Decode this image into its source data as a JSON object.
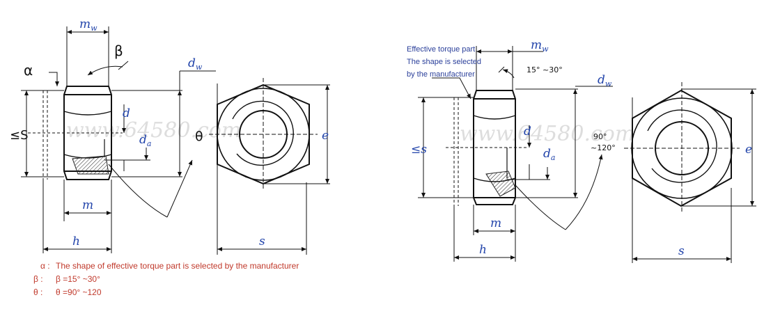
{
  "left_diagram": {
    "labels": {
      "mw": "m",
      "mw_sub": "w",
      "beta": "β",
      "alpha": "α",
      "dw": "d",
      "dw_sub": "w",
      "d": "d",
      "da": "d",
      "da_sub": "a",
      "s_side": "≤S",
      "theta": "θ",
      "e": "e",
      "m": "m",
      "h": "h",
      "s": "s"
    },
    "watermark": "www.64580.com"
  },
  "right_diagram": {
    "labels": {
      "note_line1": "Effective torque part",
      "note_line2": "The shape is selected",
      "note_line3": "by the manufacturer",
      "mw": "m",
      "mw_sub": "w",
      "beta_range": "15°  ~30°",
      "dw": "d",
      "dw_sub": "w",
      "d": "d",
      "da": "d",
      "da_sub": "a",
      "s_side": "≤s",
      "theta_range_1": "90°",
      "theta_range_2": "~120°",
      "e": "e",
      "m": "m",
      "h": "h",
      "s": "s"
    },
    "watermark": "www.64580.com"
  },
  "legend": {
    "alpha_key": "α :",
    "alpha_text": "The shape of effective torque part is selected by the manufacturer",
    "beta_key": "β :",
    "beta_text": "β =15°  ~30°",
    "theta_key": "θ :",
    "theta_text": "θ =90°  ~120"
  },
  "colors": {
    "line": "#111111",
    "label_blue": "#2244aa",
    "legend_red": "#c0392b",
    "note_blue": "#2a3f9a"
  }
}
